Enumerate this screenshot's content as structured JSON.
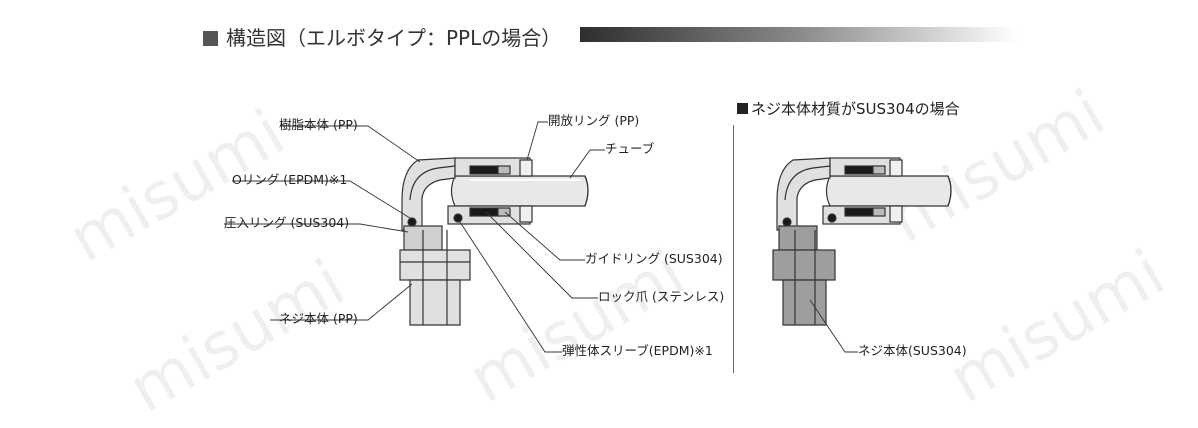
{
  "title": "構造図（エルボタイプ：PPLの場合）",
  "subtitle": "ネジ本体材質がSUS304の場合",
  "watermark": "misumi",
  "labels": {
    "resin_body": "樹脂本体 (PP)",
    "o_ring": "Oリング (EPDM)※1",
    "press_ring": "圧入リング (SUS304)",
    "screw_body": "ネジ本体 (PP)",
    "release_ring": "開放リング (PP)",
    "tube": "チューブ",
    "guide_ring": "ガイドリング (SUS304)",
    "lock_claw": "ロック爪 (ステンレス)",
    "elastic_sleeve": "弾性体スリーブ(EPDM)※1",
    "screw_body_sus": "ネジ本体(SUS304)"
  },
  "colors": {
    "body_fill": "#d9d9d9",
    "sus_fill": "#9e9e9e",
    "seal_fill": "#1a1a1a",
    "line": "#333333"
  }
}
